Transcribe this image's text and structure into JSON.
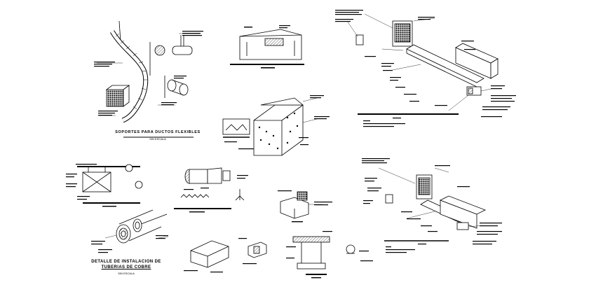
{
  "captions": {
    "flex_duct_supports": "SOPORTES PARA DUCTOS FLEXIBLES",
    "flex_duct_supports_scale": "SIN ESCALA",
    "copper_pipe_title_line1": "DETALLE DE INSTALACION DE",
    "copper_pipe_title_line2": "TUBERIAS DE COBRE",
    "copper_pipe_scale": "SIN ESCALA"
  },
  "colors": {
    "ink": "#000000",
    "paper": "#ffffff"
  }
}
